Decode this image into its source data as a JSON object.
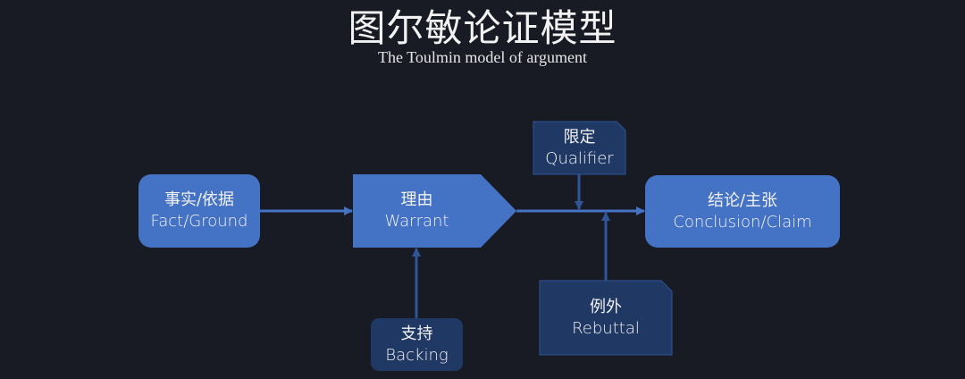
{
  "header": {
    "title": "图尔敏论证模型",
    "subtitle": "The Toulmin model of argument"
  },
  "colors": {
    "background": "#191b24",
    "primary_box": "#4472c4",
    "secondary_box": "#1f3864",
    "secondary_border": "#2f5597",
    "connector_primary": "#4472c4",
    "connector_secondary": "#2f5597"
  },
  "nodes": {
    "fact": {
      "cn": "事实/依据",
      "en": "Fact/Ground"
    },
    "warrant": {
      "cn": "理由",
      "en": "Warrant"
    },
    "conclusion": {
      "cn": "结论/主张",
      "en": "Conclusion/Claim"
    },
    "qualifier": {
      "cn": "限定",
      "en": "Qualifier"
    },
    "rebuttal": {
      "cn": "例外",
      "en": "Rebuttal"
    },
    "backing": {
      "cn": "支持",
      "en": "Backing"
    }
  },
  "edges": [
    {
      "from": "fact",
      "to": "warrant"
    },
    {
      "from": "warrant",
      "to": "conclusion"
    },
    {
      "from": "qualifier",
      "to": "warrant-conclusion-line"
    },
    {
      "from": "rebuttal",
      "to": "warrant-conclusion-line"
    },
    {
      "from": "backing",
      "to": "warrant"
    }
  ]
}
